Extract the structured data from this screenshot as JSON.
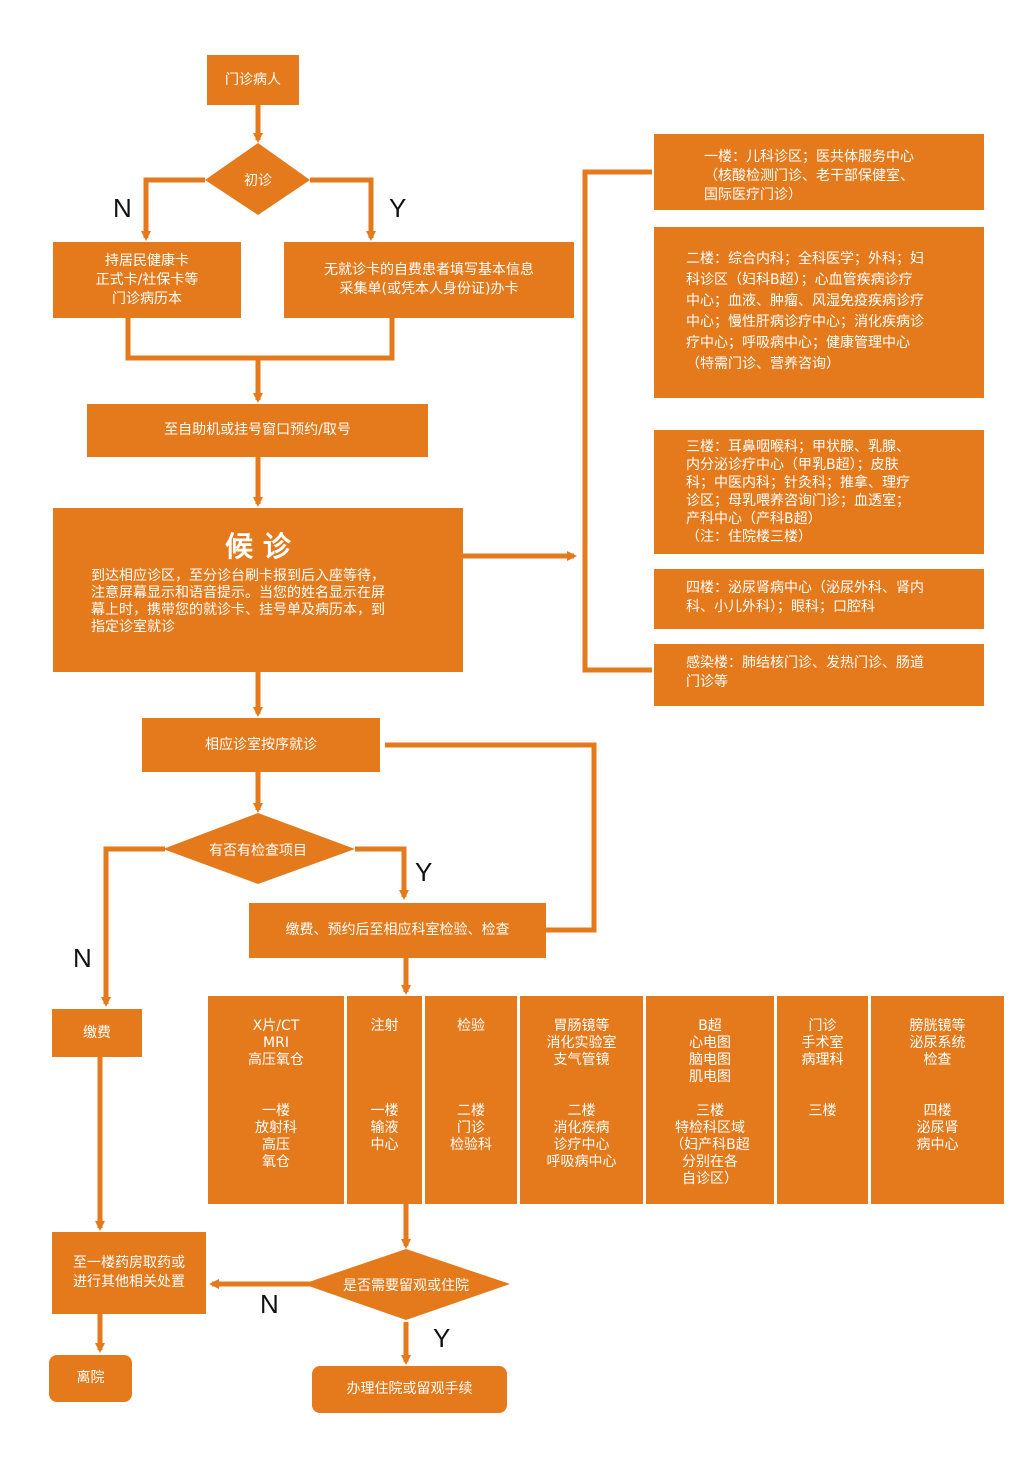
{
  "start": "门诊病人",
  "first_visit": {
    "decision": "初诊",
    "no_label": "N",
    "yes_label": "Y"
  },
  "has_card": "持居民健康卡\n正式卡/社保卡等\n门诊病历本",
  "no_card": "无就诊卡的自费患者填写基本信息\n采集单(或凭本人身份证)办卡",
  "register": "至自助机或挂号窗口预约/取号",
  "waiting": {
    "title": "候 诊",
    "text": "到达相应诊区，至分诊台刷卡报到后入座等待，\n注意屏幕显示和语音提示。当您的姓名显示在屏\n幕上时，携带您的就诊卡、挂号单及病历本，到\n指定诊室就诊"
  },
  "floors": [
    "一楼：儿科诊区；医共体服务中心\n（核酸检测门诊、老干部保健室、\n国际医疗门诊）",
    "二楼：综合内科；全科医学；外科；妇\n科诊区（妇科B超）；心血管疾病诊疗\n中心；血液、肿瘤、风湿免疫疾病诊疗\n中心；慢性肝病诊疗中心；消化疾病诊\n疗中心；呼吸病中心；健康管理中心\n（特需门诊、营养咨询）",
    "三楼：耳鼻咽喉科；甲状腺、乳腺、\n内分泌诊疗中心（甲乳B超）；皮肤\n科；中医内科；针灸科；推拿、理疗\n诊区；母乳喂养咨询门诊；血透室；\n产科中心（产科B超）\n（注：住院楼三楼）",
    "四楼：泌尿肾病中心（泌尿外科、肾内\n科、小儿外科）；眼科；口腔科",
    "感染楼：肺结核门诊、发热门诊、肠道\n门诊等"
  ],
  "consult": "相应诊室按序就诊",
  "exam_decision": {
    "label": "有否有检查项目",
    "no_label": "N",
    "yes_label": "Y"
  },
  "pay_exam": "缴费、预约后至相应科室检验、检查",
  "pay": "缴费",
  "departments": [
    "X片/CT\nMRI\n高压氧仓\n\n\n一楼\n放射科\n高压\n氧仓",
    "注射\n\n\n\n\n一楼\n输液\n中心",
    "检验\n\n\n\n\n二楼\n门诊\n检验科",
    "胃肠镜等\n消化实验室\n支气管镜\n\n\n二楼\n消化疾病\n诊疗中心\n呼吸病中心",
    "B超\n心电图\n脑电图\n肌电图\n\n三楼\n特检科区域\n（妇产科B超\n分别在各\n自诊区）",
    "门诊\n手术室\n病理科\n\n\n三楼",
    "膀胱镜等\n泌尿系统\n检查\n\n\n四楼\n泌尿肾\n病中心"
  ],
  "pharmacy": "至一楼药房取药或\n进行其他相关处置",
  "observe_decision": {
    "label": "是否需要留观或住院",
    "no_label": "N",
    "yes_label": "Y"
  },
  "leave": "离院",
  "admit": "办理住院或留观手续",
  "colors": {
    "box": "#e47a1c",
    "text": "#ffffff",
    "label": "#111111"
  }
}
